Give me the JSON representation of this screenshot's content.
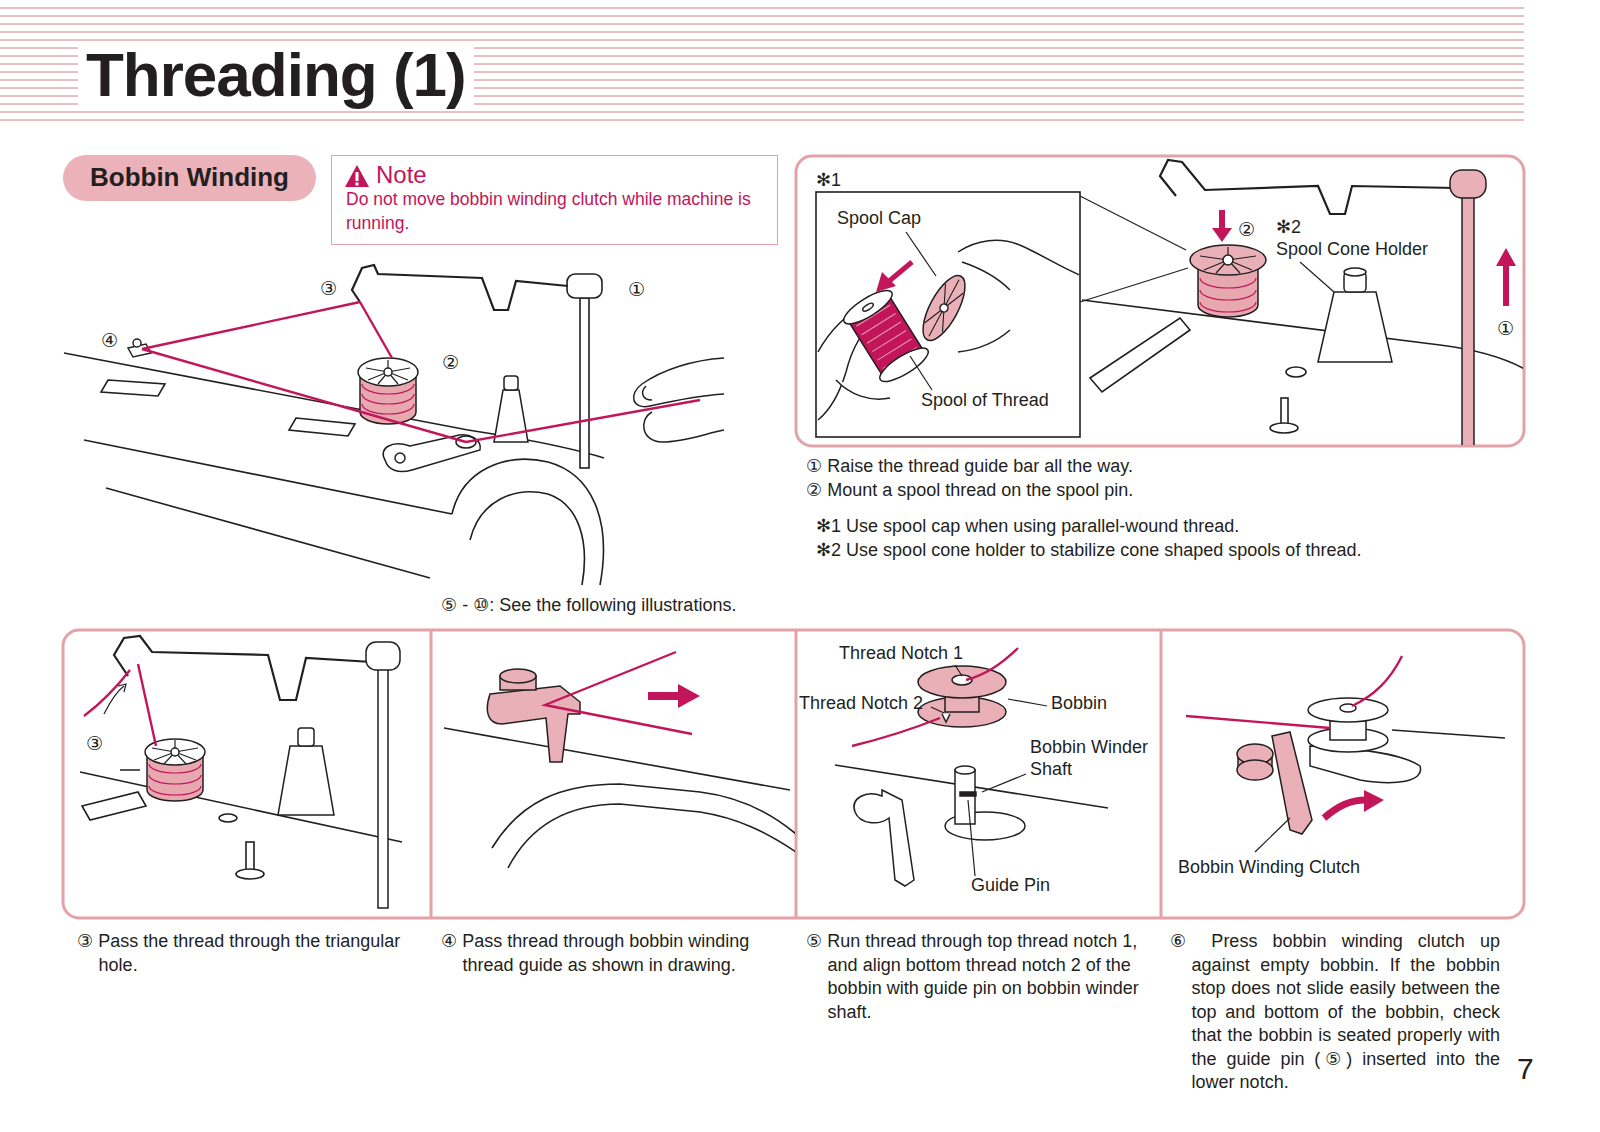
{
  "diagram": {
    "title": "Threading (1)",
    "nodes": [
      {
        "text": [
          "Bobbin Winding"
        ]
      },
      {
        "text": [
          "Note",
          "Do not move bobbin winding clutch while machine is running."
        ]
      }
    ],
    "labels": [
      "③",
      "④",
      "②",
      "①",
      "⑤ - ⑩: See the following illustrations.",
      "✻1",
      "Spool Cap",
      "Spool of Thread",
      "②",
      "✻2",
      "Spool Cone Holder",
      "①",
      "① Raise the thread guide bar all the way.",
      "② Mount a spool thread on the spool pin.",
      "✻1 Use spool cap when using parallel-wound thread.",
      "✻2 Use spool cone holder to stabilize cone shaped spools of thread.",
      "③",
      "Thread Notch 1",
      "Thread Notch 2",
      "Bobbin",
      "Bobbin Winder Shaft",
      "Guide Pin",
      "Bobbin Winding Clutch",
      "③ Pass the thread through the triangular hole.",
      "④ Pass thread through bobbin winding thread guide as shown in drawing.",
      "⑤ Run thread through top thread notch 1, and align bottom thread notch 2 of the bobbin with guide pin on bobbin winder shaft.",
      "⑥ Press bobbin winding clutch up against empty bobbin. If the bobbin stop does not slide easily between the top and bottom of the bobbin, check that the bobbin is seated properly with the guide pin (⑤) inserted into the lower notch.",
      "7"
    ]
  }
}
